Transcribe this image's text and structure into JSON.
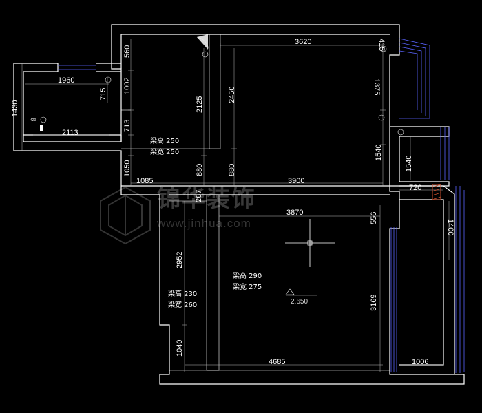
{
  "dimensions": {
    "d3620": "3620",
    "d415": "415",
    "d1375": "1375",
    "d1540r": "1540",
    "d1540b": "1540",
    "d720": "720",
    "d1400": "1400",
    "d560": "560",
    "d1002": "1002",
    "d713": "713",
    "d1050": "1050",
    "d2125": "2125",
    "d880a": "880",
    "d2450": "2450",
    "d880b": "880",
    "d1960": "1960",
    "d715": "715",
    "d1430": "1430",
    "d2113": "2113",
    "d1085": "1085",
    "d3900": "3900",
    "d267": "267",
    "d3870": "3870",
    "d556": "556",
    "d2952": "2952",
    "d3169": "3169",
    "d1040": "1040",
    "d4685": "4685",
    "d1006": "1006",
    "d420": "420"
  },
  "beams": {
    "upper_height": "梁高 250",
    "upper_width": "梁宽 250",
    "center_height": "梁高 290",
    "center_width": "梁宽 275",
    "left_height": "梁高 230",
    "left_width": "梁宽 260"
  },
  "level": "2.650",
  "watermark": {
    "name": "锦华装饰",
    "url": "www.jinhua.com"
  },
  "colors": {
    "background": "#000000",
    "wall": "#ffffff",
    "window": "#5a63ff"
  }
}
